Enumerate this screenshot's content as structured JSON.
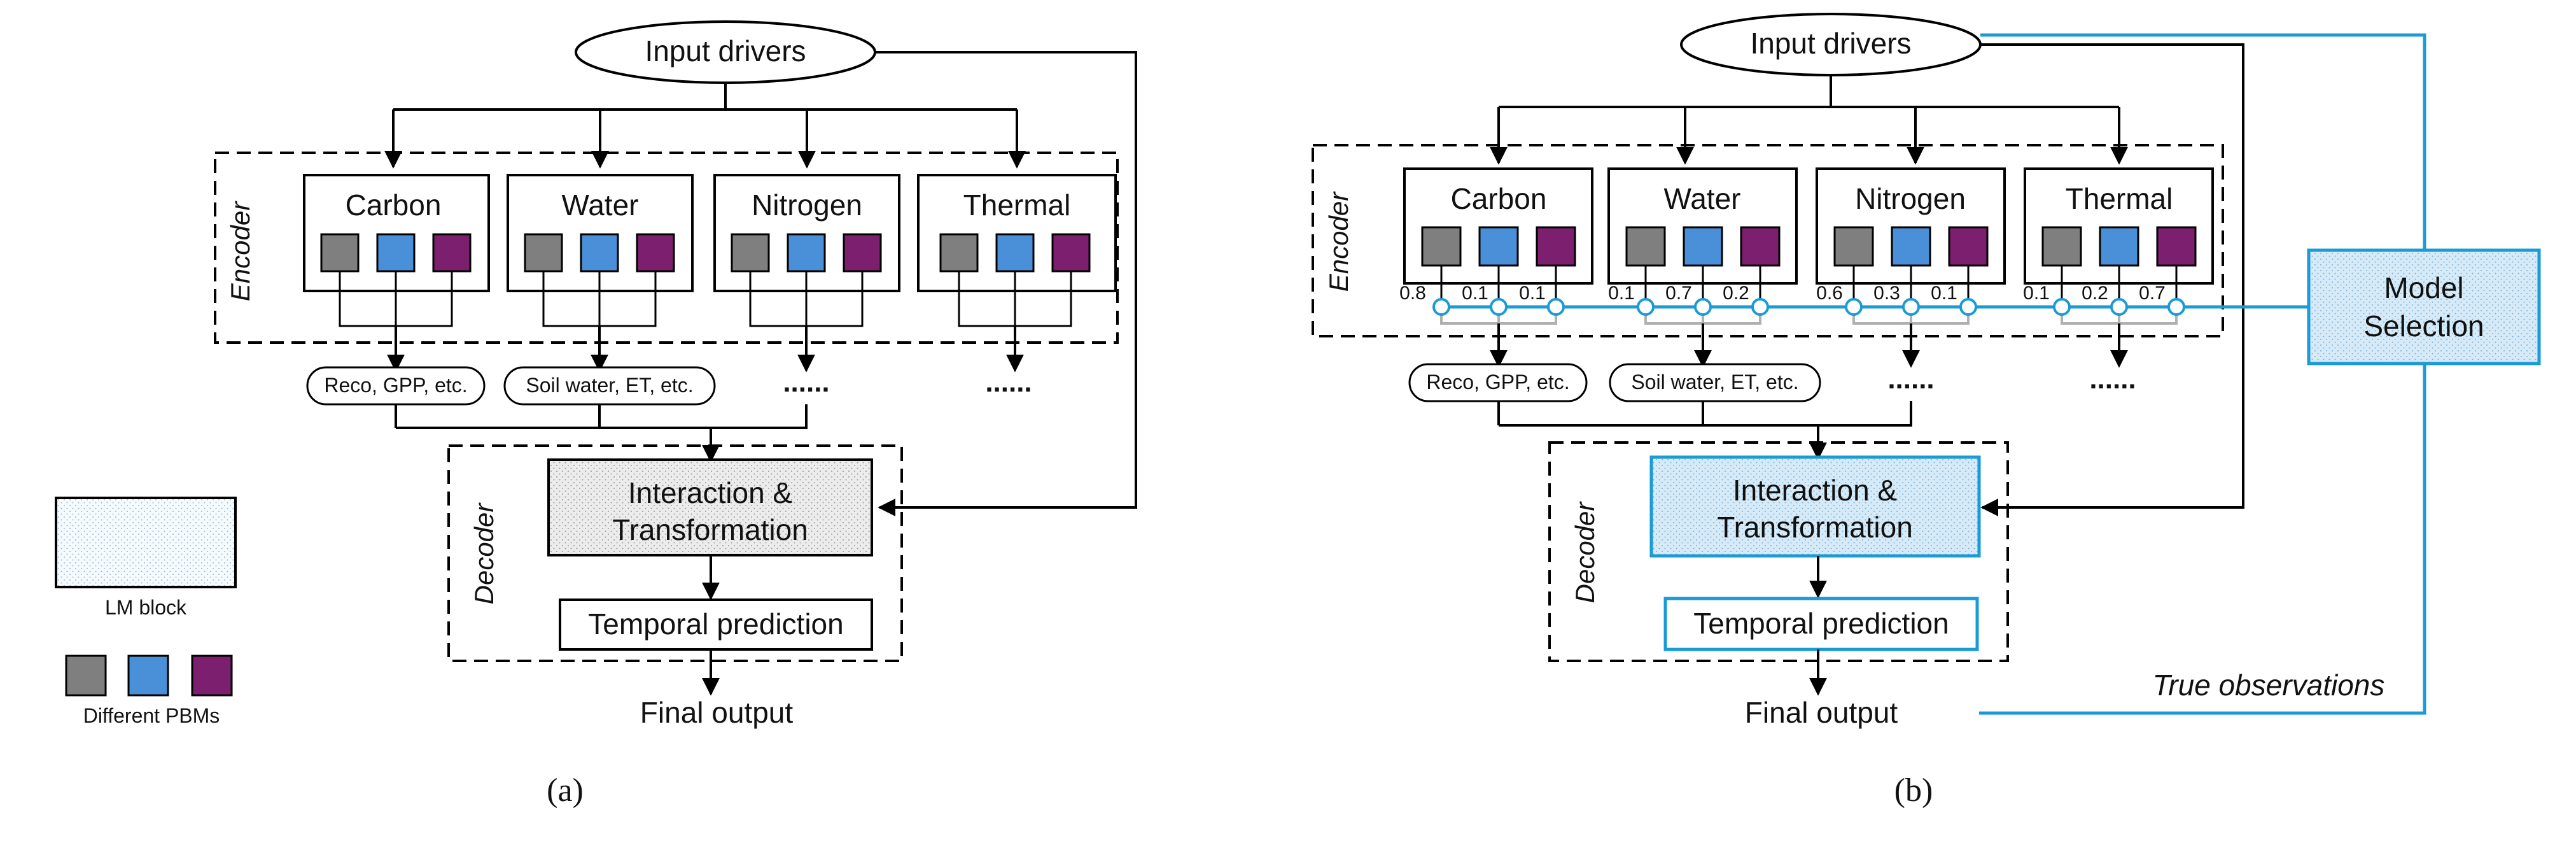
{
  "panel_a": {
    "input": "Input drivers",
    "encoder": "Encoder",
    "decoder": "Decoder",
    "modules": [
      "Carbon",
      "Water",
      "Nitrogen",
      "Thermal"
    ],
    "outputs": [
      "Reco, GPP, etc.",
      "Soil water, ET, etc.",
      "......",
      "......"
    ],
    "interaction_line1": "Interaction &",
    "interaction_line2": "Transformation",
    "temporal": "Temporal prediction",
    "final": "Final output",
    "label": "(a)"
  },
  "panel_b": {
    "input": "Input drivers",
    "encoder": "Encoder",
    "decoder": "Decoder",
    "modules": [
      "Carbon",
      "Water",
      "Nitrogen",
      "Thermal"
    ],
    "weights": [
      [
        "0.8",
        "0.1",
        "0.1"
      ],
      [
        "0.1",
        "0.7",
        "0.2"
      ],
      [
        "0.6",
        "0.3",
        "0.1"
      ],
      [
        "0.1",
        "0.2",
        "0.7"
      ]
    ],
    "outputs": [
      "Reco, GPP, etc.",
      "Soil water, ET, etc.",
      "......",
      "......"
    ],
    "interaction_line1": "Interaction &",
    "interaction_line2": "Transformation",
    "temporal": "Temporal prediction",
    "final": "Final output",
    "model_selection_line1": "Model",
    "model_selection_line2": "Selection",
    "true_obs": "True observations",
    "label": "(b)"
  },
  "legend": {
    "lm_block": "LM block",
    "pbms": "Different PBMs"
  },
  "colors": {
    "pbm_gray": "#7f7f7f",
    "pbm_blue": "#4a90d9",
    "pbm_purple": "#7b1f6e",
    "selection_blue": "#1a9bd7",
    "selection_fill": "#d6eaf8"
  }
}
